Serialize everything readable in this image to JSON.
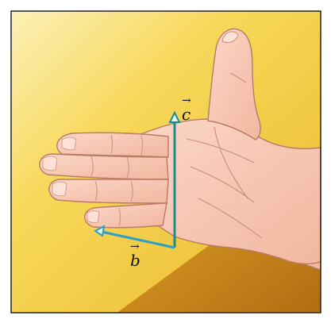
{
  "figure": {
    "description_name": "right-hand-rule-illustration",
    "colors": {
      "frame": "#222222",
      "bg_light": "#fbe69c",
      "bg_mid": "#f6d24a",
      "bg_dark": "#e2b41d",
      "table_light": "#d99a1f",
      "table_dark": "#a86612",
      "skin": "#f8c9b6",
      "skin_shadow": "#e8a38e",
      "skin_line": "#b97a67",
      "vector": "#1f8a8a",
      "vector_b": "#2aa0c8"
    }
  },
  "vectors": {
    "c": {
      "symbol": "c"
    },
    "b": {
      "symbol": "b"
    }
  }
}
